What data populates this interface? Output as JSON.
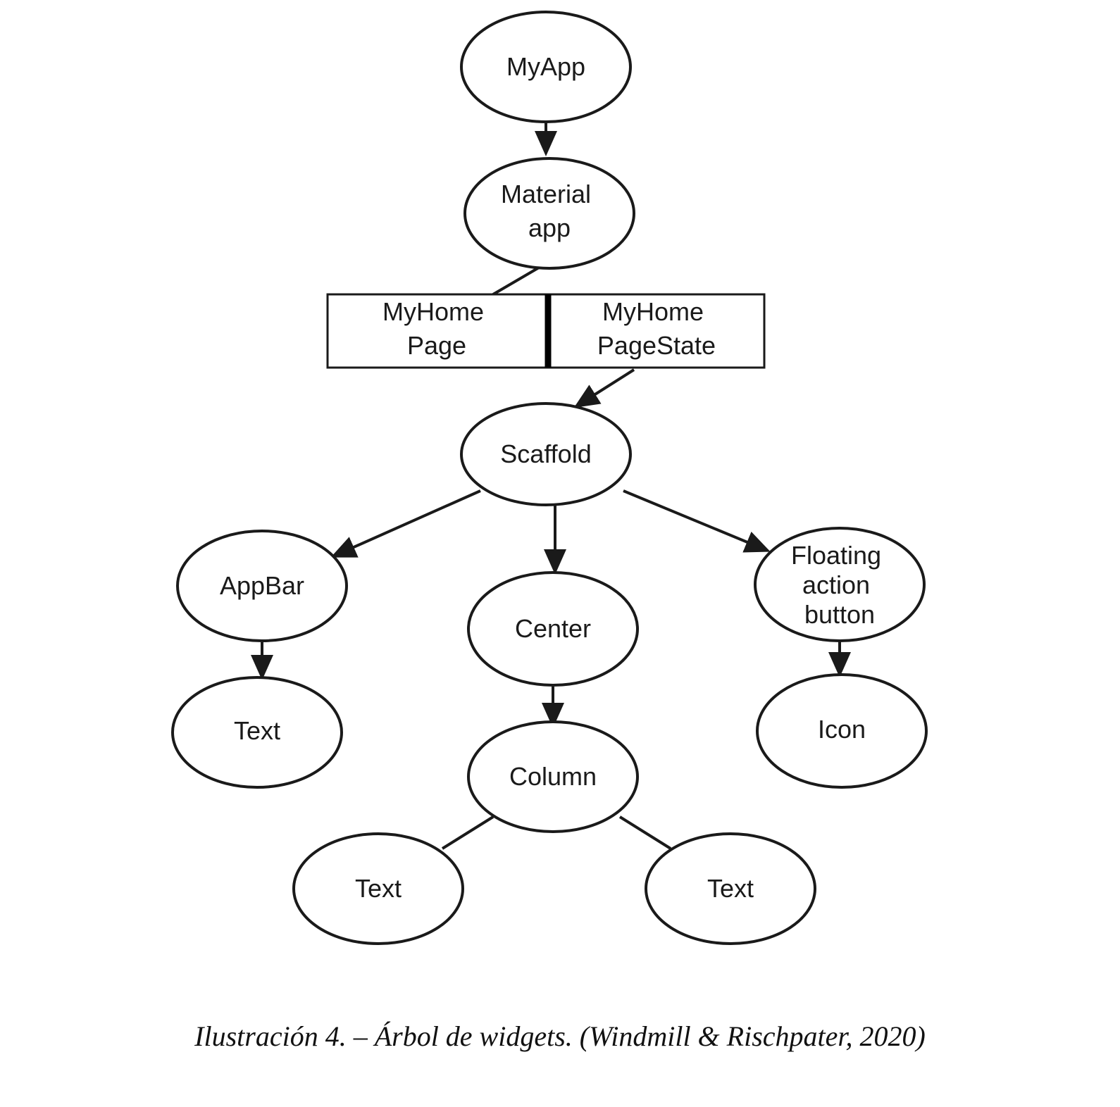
{
  "diagram": {
    "nodes": {
      "myapp": [
        "MyApp"
      ],
      "material_app": [
        "Material",
        "app"
      ],
      "my_home_page": [
        "MyHome",
        "Page"
      ],
      "my_home_page_state": [
        "MyHome",
        "PageState"
      ],
      "scaffold": [
        "Scaffold"
      ],
      "appbar": [
        "AppBar"
      ],
      "center": [
        "Center"
      ],
      "fab": [
        "Floating",
        "action",
        "button"
      ],
      "appbar_text": [
        "Text"
      ],
      "column": [
        "Column"
      ],
      "icon": [
        "Icon"
      ],
      "column_text_left": [
        "Text"
      ],
      "column_text_right": [
        "Text"
      ]
    }
  },
  "caption": "Ilustración 4. – Árbol de widgets. (Windmill & Rischpater, 2020)"
}
